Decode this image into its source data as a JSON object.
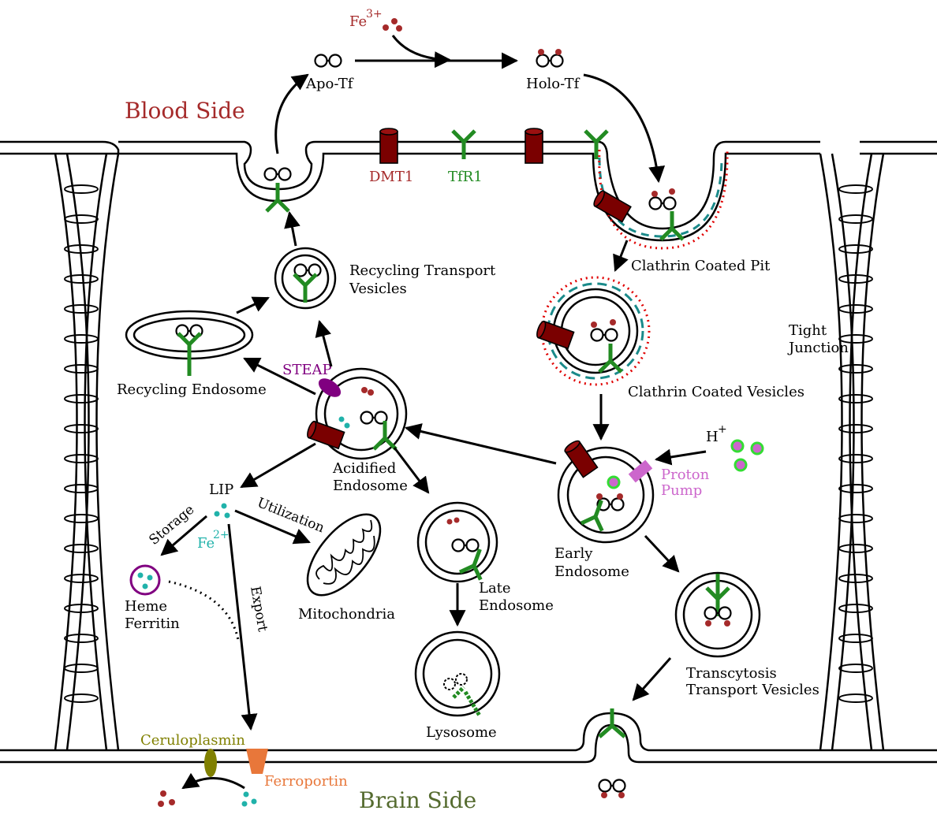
{
  "labels": {
    "fe3": "Fe",
    "fe3_sup": "3+",
    "apo_tf": "Apo-Tf",
    "holo_tf": "Holo-Tf",
    "blood_side": "Blood Side",
    "brain_side": "Brain Side",
    "dmt1": "DMT1",
    "tfr1": "TfR1",
    "clathrin_pit": "Clathrin Coated Pit",
    "clathrin_vesicles": "Clathrin Coated Vesicles",
    "recycling_transport_1": "Recycling Transport",
    "recycling_transport_2": "Vesicles",
    "recycling_endosome": "Recycling Endosome",
    "steap": "STEAP",
    "acidified_1": "Acidified",
    "acidified_2": "Endosome",
    "tight_1": "Tight",
    "tight_2": "Junction",
    "h": "H",
    "h_sup": "+",
    "proton_1": "Proton",
    "proton_2": "Pump",
    "early_1": "Early",
    "early_2": "Endosome",
    "lip": "LIP",
    "utilization": "Utilization",
    "storage": "Storage",
    "fe2": "Fe",
    "fe2_sup": "2+",
    "heme_1": "Heme",
    "heme_2": "Ferritin",
    "export": "Export",
    "mitochondria": "Mitochondria",
    "late_1": "Late",
    "late_2": "Endosome",
    "lysosome": "Lysosome",
    "transcytosis_1": "Transcytosis",
    "transcytosis_2": "Transport Vesicles",
    "ceruloplasmin": "Ceruloplasmin",
    "ferroportin": "Ferroportin"
  },
  "colors": {
    "iron3": "#a52a2a",
    "iron2": "#20b2aa",
    "receptor": "#228b22",
    "dmt1": "#7a0000",
    "blood_label": "#a52a2a",
    "brain_label": "#556b2f",
    "steap": "#800080",
    "proton_pump": "#cc66cc",
    "ferroportin": "#e8773a",
    "ceruloplasmin": "#808000",
    "clathrin_red": "#e00000",
    "clathrin_teal": "#1a8a8a",
    "heme": "#800080"
  }
}
